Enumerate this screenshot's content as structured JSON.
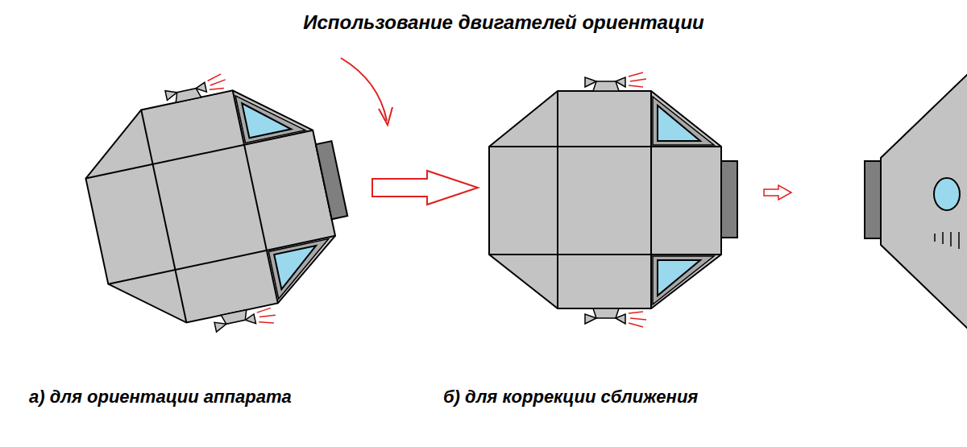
{
  "diagram": {
    "title": "Использование двигателей ориентации",
    "labels": [
      "а) для ориентации аппарата",
      "б) для коррекции сближения"
    ]
  }
}
